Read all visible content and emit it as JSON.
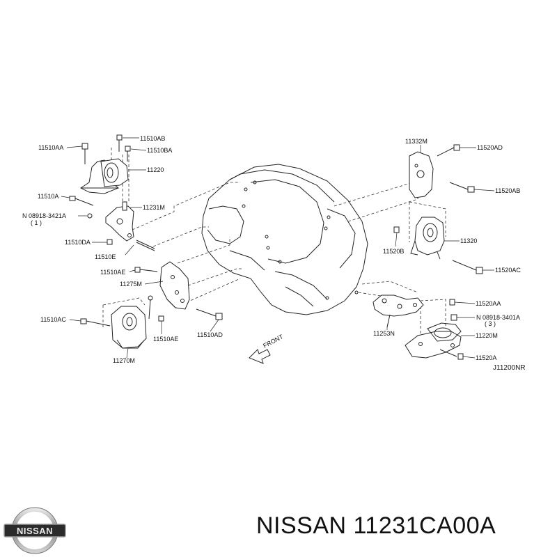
{
  "diagram": {
    "labels": {
      "l11510AA": "11510AA",
      "l11510AB": "11510AB",
      "l11510BA": "11510BA",
      "l11220": "11220",
      "l11510A": "11510A",
      "l11231M": "11231M",
      "lBolt1": "N 08918-3421A",
      "lBolt1q": "( 1 )",
      "l11510DA": "11510DA",
      "l11510E": "11510E",
      "l11510AE": "11510AE",
      "l11275M": "11275M",
      "l11510AC": "11510AC",
      "l11510AE2": "11510AE",
      "l11510AD": "11510AD",
      "l11270M": "11270M",
      "lFront": "FRONT",
      "l11332M": "11332M",
      "l11520AD": "11520AD",
      "l11520AB": "11520AB",
      "l11520B": "11520B",
      "l11320": "11320",
      "l11520AC": "11520AC",
      "l11520AA": "11520AA",
      "lBolt2": "N 08918-3401A",
      "lBolt2q": "( 3 )",
      "l11253N": "11253N",
      "l11220M": "11220M",
      "l11520A": "11520A",
      "lRef": "J11200NR"
    }
  },
  "logo": {
    "text": "NISSAN"
  },
  "footer": {
    "title": "NISSAN 11231CA00A"
  }
}
